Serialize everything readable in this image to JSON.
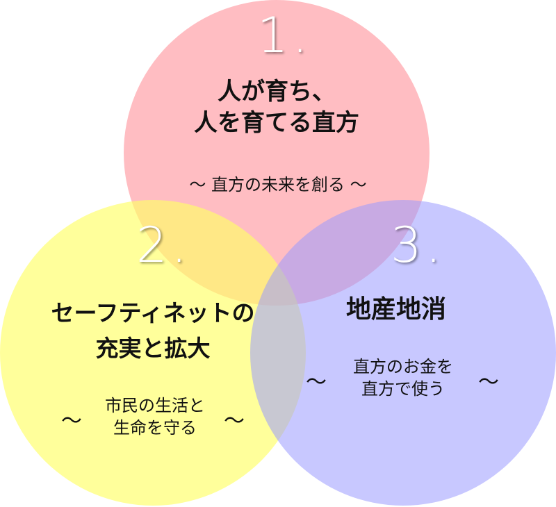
{
  "colors": {
    "circle1": "#ff9aa2",
    "circle2": "#ffff66",
    "circle3": "#9a9aff"
  },
  "circles": [
    {
      "number": "1.",
      "title_lines": [
        "人が育ち、",
        "人を育てる直方"
      ],
      "subtitle_lines": [
        "〜 直方の未来を創る 〜"
      ]
    },
    {
      "number": "2.",
      "title_lines": [
        "セーフティネットの",
        "充実と拡大"
      ],
      "subtitle_lines": [
        "市民の生活と",
        "生命を守る"
      ],
      "tilde": "〜"
    },
    {
      "number": "3.",
      "title_lines": [
        "地産地消"
      ],
      "subtitle_lines": [
        "直方のお金を",
        "直方で使う"
      ],
      "tilde": "〜"
    }
  ]
}
